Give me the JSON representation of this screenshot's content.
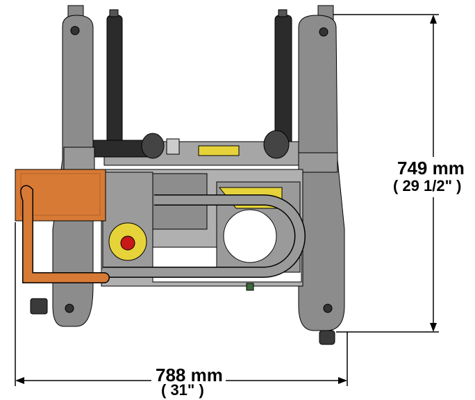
{
  "dimensions": {
    "height": {
      "mm": "749 mm",
      "inches": "( 29 1/2\" )"
    },
    "width": {
      "mm": "788 mm",
      "inches": "( 31\" )"
    }
  },
  "colors": {
    "frame": "#8c8c8c",
    "frame_dark": "#6e6e6e",
    "roller": "#2b2b2b",
    "handle_orange": "#d77a35",
    "label_yellow": "#e6d33a",
    "button_red": "#c81818",
    "line": "#000000"
  }
}
